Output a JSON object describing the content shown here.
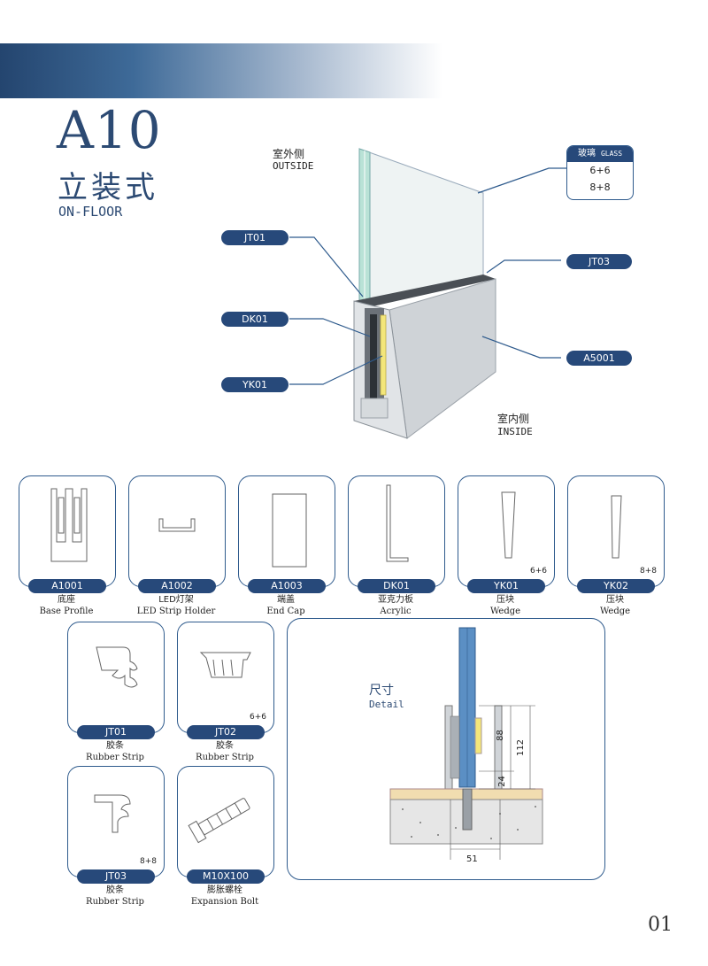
{
  "header": {
    "model": "A10",
    "title_cn": "立装式",
    "title_en": "ON-FLOOR"
  },
  "diagram": {
    "outside_cn": "室外侧",
    "outside_en": "OUTSIDE",
    "inside_cn": "室内侧",
    "inside_en": "INSIDE",
    "callouts": [
      "JT01",
      "DK01",
      "YK01",
      "JT03",
      "A5001"
    ],
    "glass": {
      "label_cn": "玻璃",
      "label_en": "GLASS",
      "options": [
        "6+6",
        "8+8"
      ]
    }
  },
  "parts": [
    {
      "code": "A1001",
      "cn": "底座",
      "en": "Base Profile",
      "size": ""
    },
    {
      "code": "A1002",
      "cn": "LED灯架",
      "en": "LED Strip Holder",
      "size": ""
    },
    {
      "code": "A1003",
      "cn": "端盖",
      "en": "End Cap",
      "size": ""
    },
    {
      "code": "DK01",
      "cn": "亚克力板",
      "en": "Acrylic",
      "size": ""
    },
    {
      "code": "YK01",
      "cn": "压块",
      "en": "Wedge",
      "size": "6+6"
    },
    {
      "code": "YK02",
      "cn": "压块",
      "en": "Wedge",
      "size": "8+8"
    },
    {
      "code": "JT01",
      "cn": "胶条",
      "en": "Rubber Strip",
      "size": ""
    },
    {
      "code": "JT02",
      "cn": "胶条",
      "en": "Rubber Strip",
      "size": "6+6"
    },
    {
      "code": "JT03",
      "cn": "胶条",
      "en": "Rubber Strip",
      "size": "8+8"
    },
    {
      "code": "M10X100",
      "cn": "膨胀螺栓",
      "en": "Expansion Bolt",
      "size": ""
    }
  ],
  "detail": {
    "title_cn": "尺寸",
    "title_en": "Detail",
    "dim_88": "88",
    "dim_112": "112",
    "dim_24": "24",
    "dim_51": "51"
  },
  "colors": {
    "brand_blue": "#27497a",
    "glass_blue": "#5b8fc4",
    "aluminium": "#c9cdd2",
    "led_yellow": "#f3e67a"
  },
  "page_number": "01"
}
